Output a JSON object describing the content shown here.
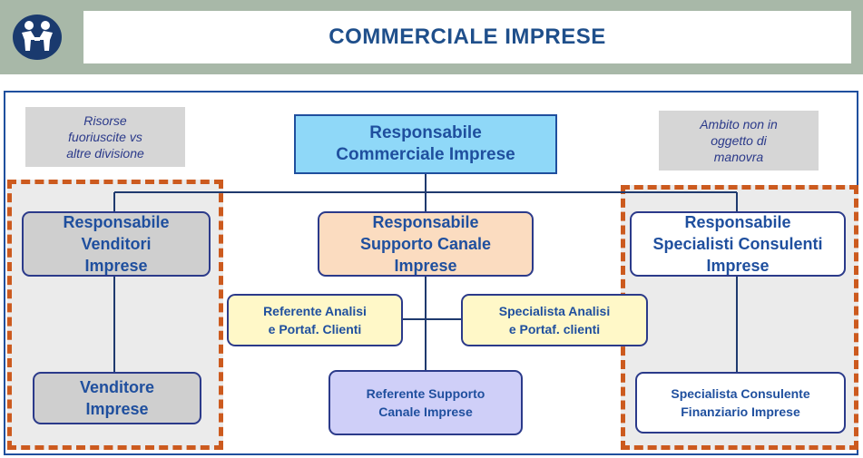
{
  "header": {
    "title": "COMMERCIALE IMPRESE",
    "icon": "handshake-people-icon",
    "band_color": "#a8b8a8",
    "title_color": "#1f4f8b"
  },
  "notes": {
    "left": "Risorse\nfuoriuscite vs\naltre divisione",
    "right": "Ambito non in\noggetto di\nmanovra"
  },
  "org": {
    "top": "Responsabile\nCommerciale Imprese",
    "venditori": "Responsabile\nVenditori\nImprese",
    "venditore": "Venditore\nImprese",
    "supporto": "Responsabile\nSupporto Canale\nImprese",
    "specialisti": "Responsabile\nSpecialisti Consulenti\nImprese",
    "ref_analisi": "Referente Analisi\ne Portaf. Clienti",
    "spec_analisi": "Specialista Analisi\ne Portaf. clienti",
    "ref_supporto": "Referente Supporto\nCanale Imprese",
    "spec_consulente": "Specialista Consulente\nFinanziario Imprese"
  },
  "colors": {
    "accent_blue": "#1f4f9e",
    "dashed_orange": "#cc5a1e",
    "top_box": "#8fd8f8",
    "gray_box": "#cfcfcf",
    "peach_box": "#fbdcc0",
    "yellow_box": "#fff8c8",
    "lavender_box": "#cfcff8"
  }
}
